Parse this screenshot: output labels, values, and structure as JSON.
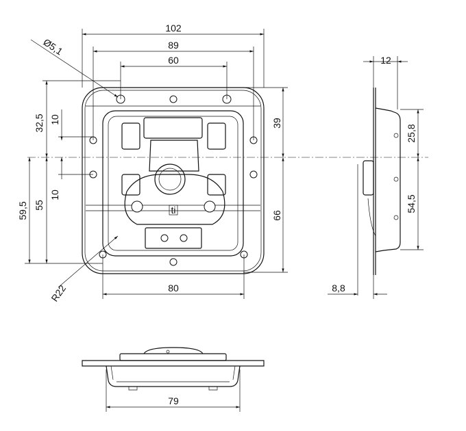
{
  "front": {
    "d102": "102",
    "d89": "89",
    "d60": "60",
    "hole": "Ø5,1",
    "d32_5": "32,5",
    "d10a": "10",
    "d10b": "10",
    "d59_5": "59,5",
    "d55": "55",
    "d39": "39",
    "d66": "66",
    "r22": "R22",
    "d80": "80",
    "logo": "ti"
  },
  "side": {
    "d12": "12",
    "d25_8": "25,8",
    "d54_5": "54,5",
    "d8_8": "8,8"
  },
  "bottom": {
    "d79": "79"
  }
}
